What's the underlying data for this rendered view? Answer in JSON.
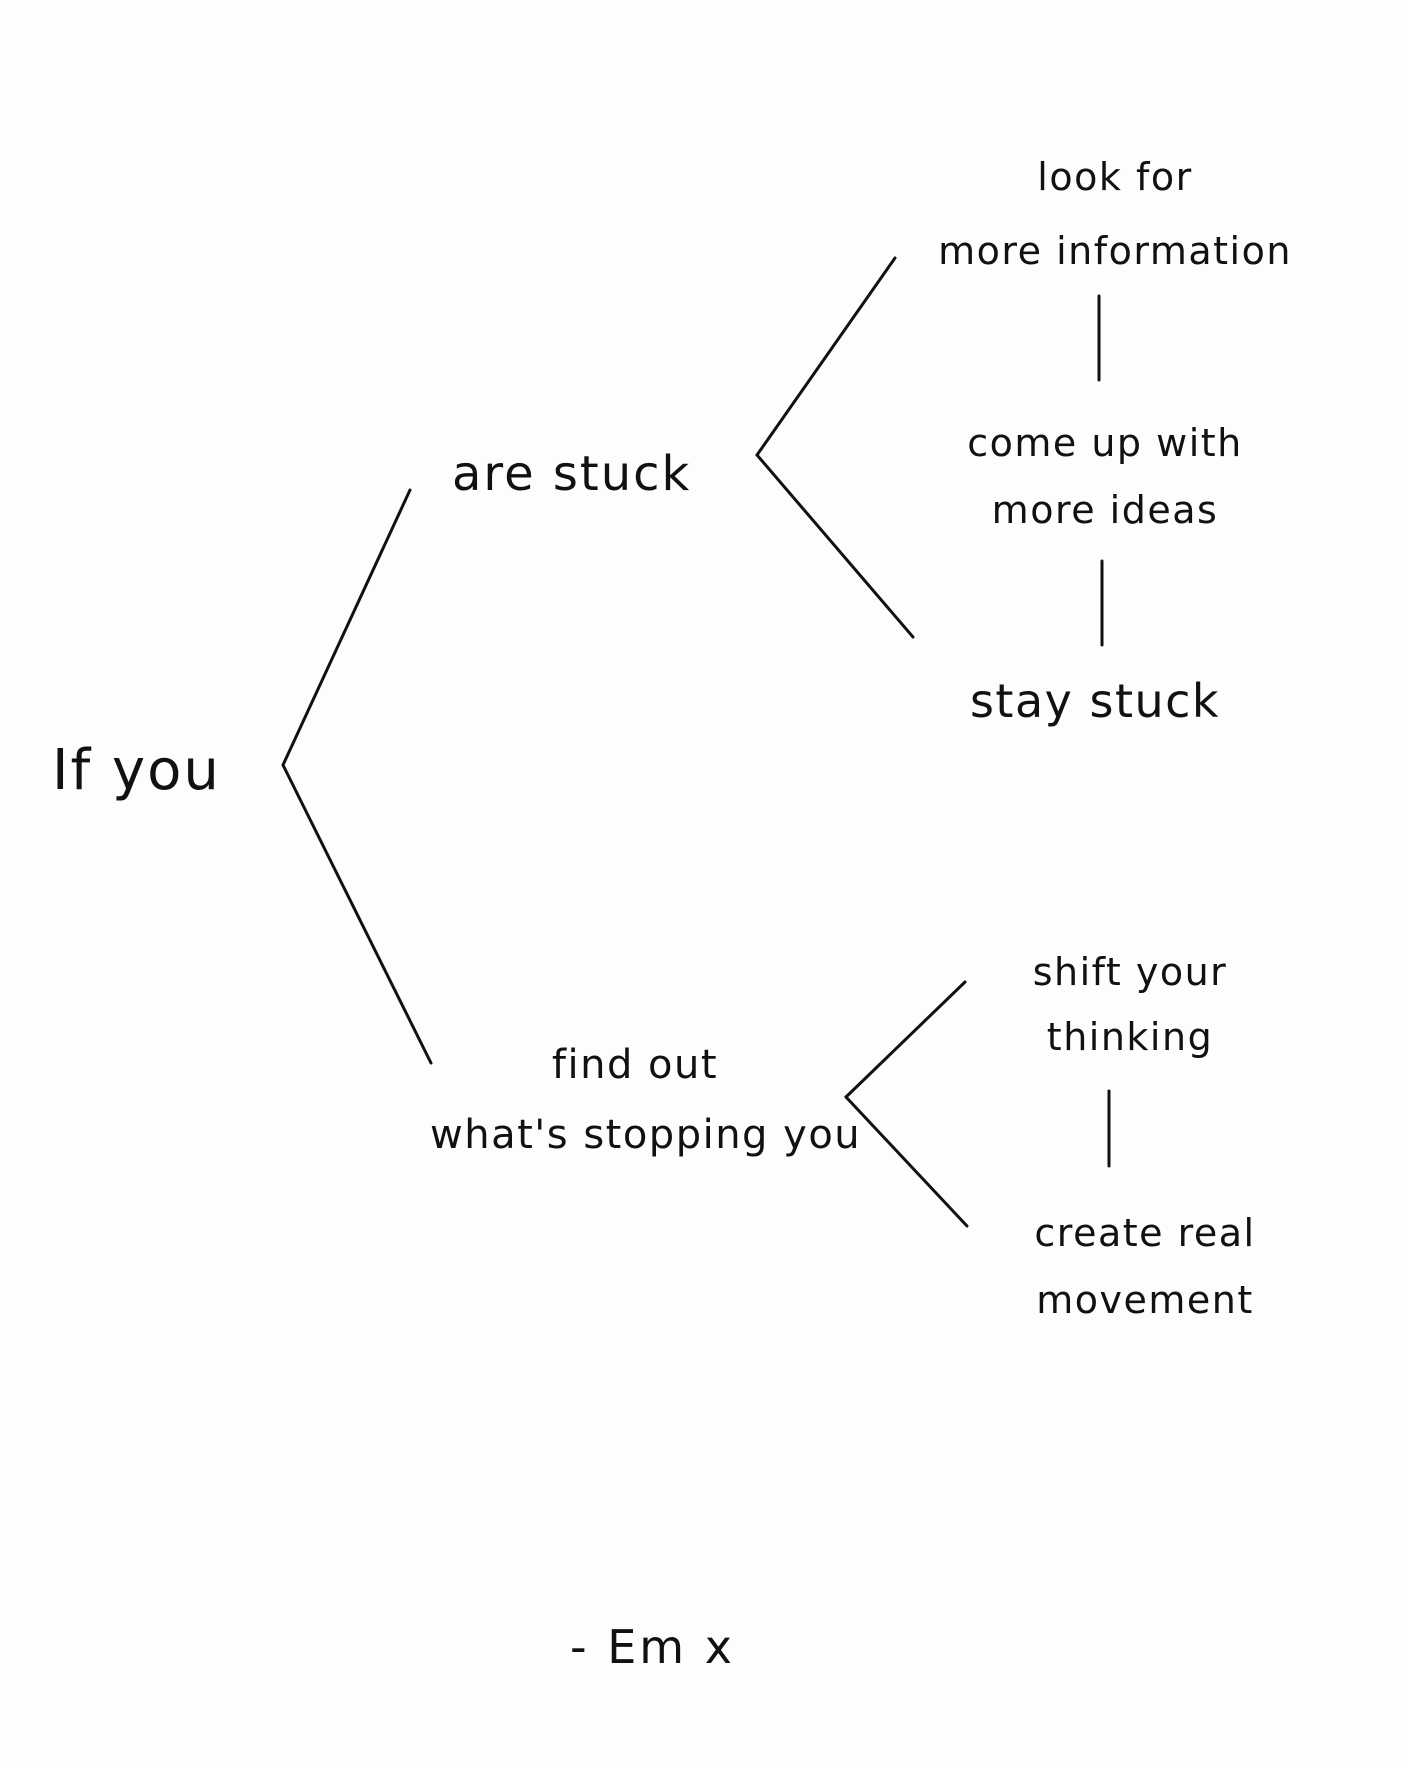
{
  "diagram": {
    "root": "If you",
    "branches": [
      {
        "condition": "are stuck",
        "options": [
          [
            "look for",
            "more information"
          ],
          [
            "come up with",
            "more ideas"
          ],
          [
            "stay stuck"
          ]
        ]
      },
      {
        "condition": [
          "find out",
          "what's stopping you"
        ],
        "options": [
          [
            "shift your",
            "thinking"
          ],
          [
            "create real",
            "movement"
          ]
        ]
      }
    ],
    "signature": "- Em x"
  },
  "colors": {
    "ink": "#111111",
    "paper": "#fdfdfd"
  }
}
